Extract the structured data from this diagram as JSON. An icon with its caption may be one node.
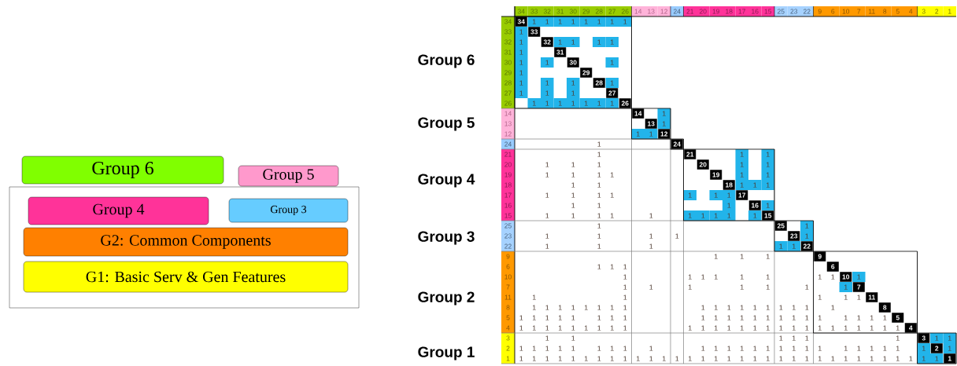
{
  "diagram": {
    "nodes": [
      {
        "text": [
          "Group 6"
        ]
      },
      {
        "text": [
          "Group 5"
        ]
      },
      {
        "text": [],
        "shape": "box"
      },
      {
        "text": [
          "Group 4"
        ],
        "in": 2
      },
      {
        "text": [
          "Group 3"
        ],
        "in": 2
      },
      {
        "text": [
          "G2: Common Components"
        ],
        "in": 2
      },
      {
        "text": [
          "G1: Basic Serv & Gen Features"
        ],
        "in": 2
      }
    ],
    "labels": [
      "34",
      "33",
      "32",
      "31",
      "30",
      "29",
      "28",
      "27",
      "26",
      "14",
      "13",
      "12",
      "24",
      "21",
      "20",
      "19",
      "18",
      "17",
      "16",
      "15",
      "25",
      "23",
      "22",
      "9",
      "6",
      "10",
      "7",
      "11",
      "8",
      "5",
      "4",
      "3",
      "2",
      "1",
      "34",
      "34",
      "1",
      "1",
      "1",
      "1",
      "1",
      "1",
      "1",
      "1",
      "33",
      "1",
      "33",
      "32",
      "1",
      "32",
      "1",
      "1",
      "1",
      "1",
      "31",
      "1",
      "31",
      "Group 6",
      "30",
      "1",
      "1",
      "30",
      "1",
      "29",
      "1",
      "29",
      "28",
      "1",
      "1",
      "1",
      "28",
      "1",
      "27",
      "1",
      "1",
      "1",
      "27",
      "26",
      "1",
      "1",
      "1",
      "1",
      "1",
      "1",
      "1",
      "26",
      "14",
      "14",
      "1",
      "Group 5",
      "13",
      "13",
      "1",
      "12",
      "1",
      "1",
      "12",
      "24",
      "1",
      "24",
      "21",
      "1",
      "21",
      "1",
      "1",
      "20",
      "1",
      "1",
      "1",
      "20",
      "1",
      "1",
      "19",
      "1",
      "1",
      "1",
      "1",
      "19",
      "1",
      "1",
      "Group 4",
      "18",
      "1",
      "1",
      "18",
      "1",
      "1",
      "1",
      "17",
      "1",
      "1",
      "1",
      "1",
      "1",
      "1",
      "1",
      "17",
      "16",
      "1",
      "1",
      "1",
      "16",
      "1",
      "15",
      "1",
      "1",
      "1",
      "1",
      "1",
      "1",
      "1",
      "1",
      "1",
      "1",
      "15",
      "25",
      "1",
      "25",
      "1",
      "Group 3",
      "23",
      "1",
      "1",
      "1",
      "1",
      "23",
      "1",
      "22",
      "1",
      "1",
      "1",
      "1",
      "1",
      "22",
      "9",
      "1",
      "1",
      "1",
      "9",
      "6",
      "1",
      "1",
      "1",
      "6",
      "10",
      "1",
      "1",
      "1",
      "1",
      "1",
      "1",
      "1",
      "1",
      "10",
      "1",
      "7",
      "1",
      "1",
      "1",
      "1",
      "1",
      "1",
      "1",
      "7",
      "Group 2",
      "11",
      "1",
      "1",
      "1",
      "1",
      "1",
      "11",
      "8",
      "1",
      "1",
      "1",
      "1",
      "1",
      "1",
      "1",
      "1",
      "1",
      "1",
      "1",
      "1",
      "1",
      "1",
      "1",
      "1",
      "1",
      "1",
      "8",
      "5",
      "1",
      "1",
      "1",
      "1",
      "1",
      "1",
      "1",
      "1",
      "1",
      "1",
      "1",
      "1",
      "1",
      "1",
      "1",
      "1",
      "1",
      "1",
      "1",
      "1",
      "1",
      "1",
      "5",
      "4",
      "1",
      "1",
      "1",
      "1",
      "1",
      "1",
      "1",
      "1",
      "1",
      "1",
      "1",
      "1",
      "1",
      "1",
      "1",
      "1",
      "1",
      "1",
      "1",
      "1",
      "1",
      "1",
      "1",
      "1",
      "1",
      "1",
      "4",
      "3",
      "1",
      "1",
      "1",
      "1",
      "1",
      "1",
      "3",
      "1",
      "1",
      "2",
      "1",
      "1",
      "1",
      "1",
      "1",
      "1",
      "1",
      "1",
      "1",
      "1",
      "1",
      "1",
      "1",
      "1",
      "1",
      "1",
      "1",
      "1",
      "1",
      "1",
      "1",
      "1",
      "1",
      "1",
      "1",
      "2",
      "1",
      "Group 1",
      "1",
      "1",
      "1",
      "1",
      "1",
      "1",
      "1",
      "1",
      "1",
      "1",
      "1",
      "1",
      "1",
      "1",
      "1",
      "1",
      "1",
      "1",
      "1",
      "1",
      "1",
      "1",
      "1",
      "1",
      "1",
      "1",
      "1",
      "1",
      "1",
      "1",
      "1",
      "1",
      "1",
      "1",
      "1"
    ]
  }
}
